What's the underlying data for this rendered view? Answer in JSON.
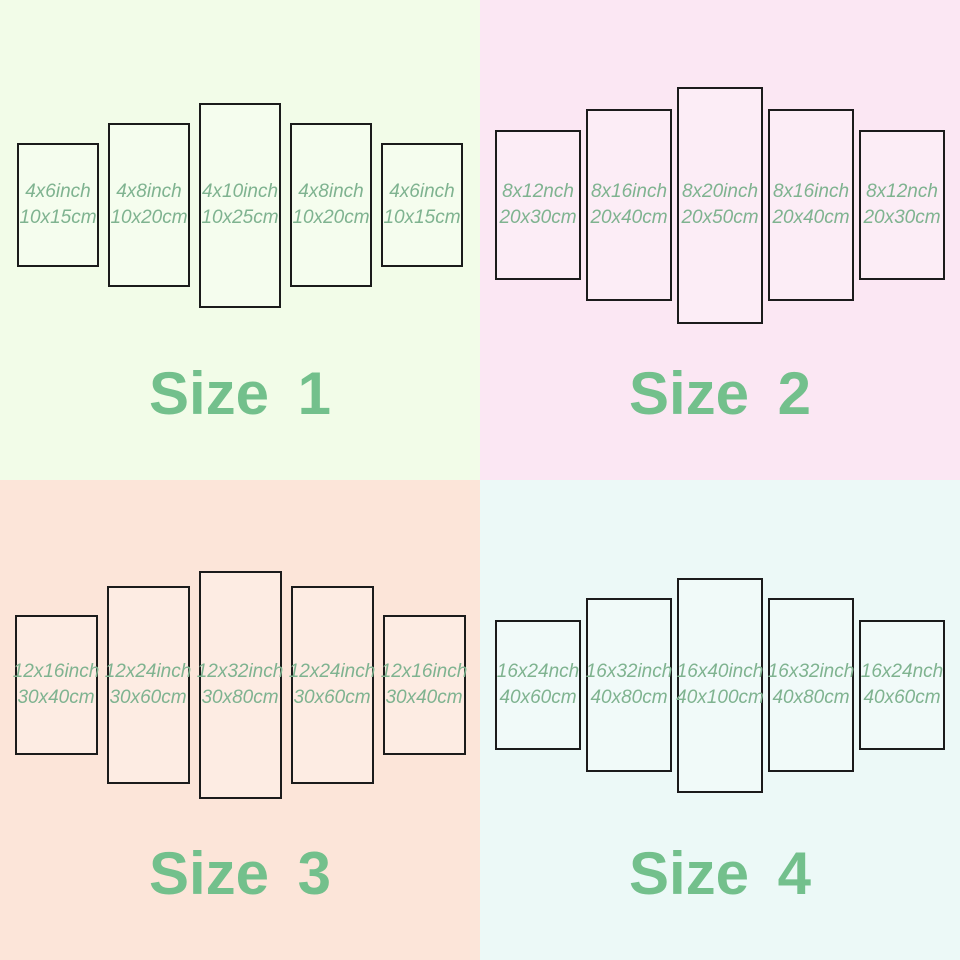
{
  "colors": {
    "panel_border": "#1b1b1b",
    "panel_text_green": "#7fb390",
    "label_green": "#73c08c",
    "q1_bg": "#f2fce8",
    "q2_bg": "#fbe7f3",
    "q3_bg": "#fce5d9",
    "q4_bg": "#ecf9f7"
  },
  "quadrants": [
    {
      "label": "Size 1",
      "bg": "#f2fce8",
      "panels": [
        {
          "inch": "4x6inch",
          "cm": "10x15cm"
        },
        {
          "inch": "4x8inch",
          "cm": "10x20cm"
        },
        {
          "inch": "4x10inch",
          "cm": "10x25cm"
        },
        {
          "inch": "4x8inch",
          "cm": "10x20cm"
        },
        {
          "inch": "4x6inch",
          "cm": "10x15cm"
        }
      ]
    },
    {
      "label": "Size 2",
      "bg": "#fbe7f3",
      "panels": [
        {
          "inch": "8x12nch",
          "cm": "20x30cm"
        },
        {
          "inch": "8x16inch",
          "cm": "20x40cm"
        },
        {
          "inch": "8x20inch",
          "cm": "20x50cm"
        },
        {
          "inch": "8x16inch",
          "cm": "20x40cm"
        },
        {
          "inch": "8x12nch",
          "cm": "20x30cm"
        }
      ]
    },
    {
      "label": "Size 3",
      "bg": "#fce5d9",
      "panels": [
        {
          "inch": "12x16inch",
          "cm": "30x40cm"
        },
        {
          "inch": "12x24inch",
          "cm": "30x60cm"
        },
        {
          "inch": "12x32inch",
          "cm": "30x80cm"
        },
        {
          "inch": "12x24inch",
          "cm": "30x60cm"
        },
        {
          "inch": "12x16inch",
          "cm": "30x40cm"
        }
      ]
    },
    {
      "label": "Size 4",
      "bg": "#ecf9f7",
      "panels": [
        {
          "inch": "16x24nch",
          "cm": "40x60cm"
        },
        {
          "inch": "16x32inch",
          "cm": "40x80cm"
        },
        {
          "inch": "16x40inch",
          "cm": "40x100cm"
        },
        {
          "inch": "16x32inch",
          "cm": "40x80cm"
        },
        {
          "inch": "16x24nch",
          "cm": "40x60cm"
        }
      ]
    }
  ]
}
